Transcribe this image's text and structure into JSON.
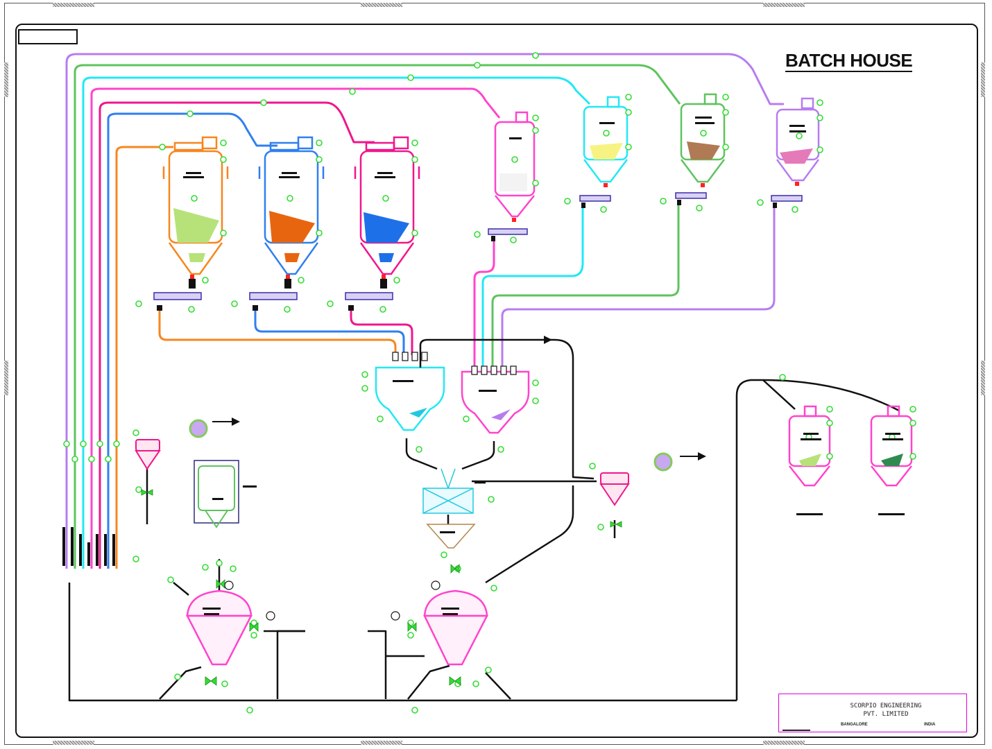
{
  "title": "BATCH HOUSE",
  "company": {
    "name_line1": "SCORPIO ENGINEERING",
    "name_line2": "PVT. LIMITED",
    "city": "BANGALORE",
    "country": "INDIA"
  },
  "colors": {
    "orange": "#f7861e",
    "blue": "#2f7ff0",
    "magenta": "#f0168c",
    "pink": "#ff44cc",
    "cyan": "#22e8f5",
    "green": "#5ec35e",
    "purple": "#b77cf0",
    "black": "#111111",
    "indicator": "#33dd33"
  }
}
